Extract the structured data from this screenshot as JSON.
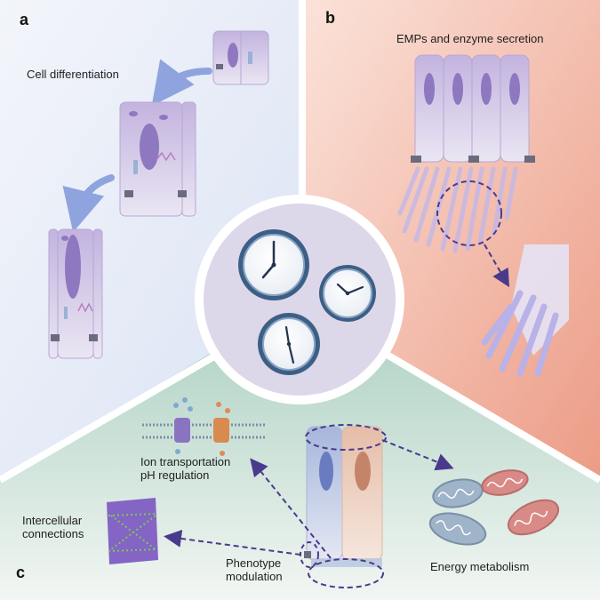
{
  "panels": {
    "a": {
      "letter": "a",
      "caption": "Cell differentiation"
    },
    "b": {
      "letter": "b",
      "caption": "EMPs and enzyme secretion"
    },
    "c": {
      "letter": "c",
      "labels": {
        "ion_line1": "Ion transportation",
        "ion_line2": "pH regulation",
        "intercellular_line1": "Intercellular",
        "intercellular_line2": "connections",
        "phenotype_line1": "Phenotype",
        "phenotype_line2": "modulation",
        "energy": "Energy metabolism"
      }
    }
  },
  "center": {
    "icon": "clock-icon",
    "clock_count": 3
  },
  "colors": {
    "panel_a_bg": "#e4e9f4",
    "panel_b_bg": "#f1b5a3",
    "panel_c_bg": "#bcd8cc",
    "center_circle": "#ddd7ea",
    "clock_ring": "#3d5f86",
    "arrow": "#4a3a8c",
    "cell_purple": "#c8b9dd",
    "cell_orange": "#e8c2b0",
    "mito_blue": "#9fb3c9",
    "mito_red": "#d88a86"
  }
}
